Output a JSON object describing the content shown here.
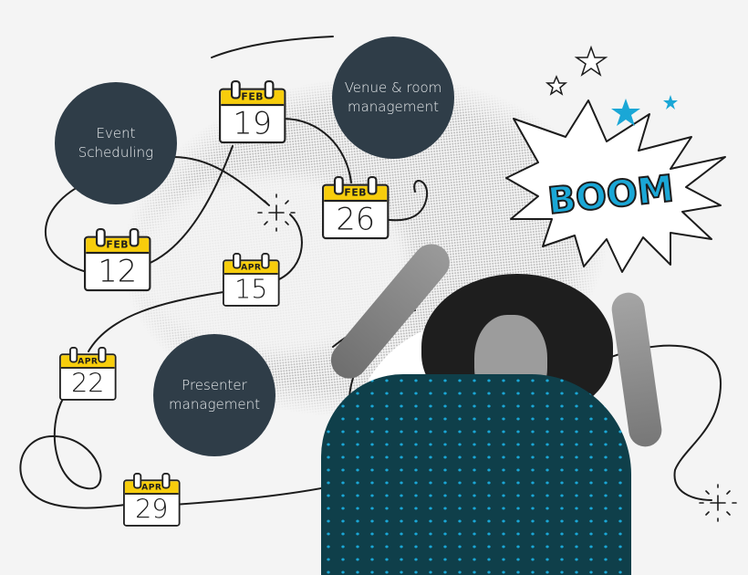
{
  "bubbles": {
    "event_scheduling": {
      "line1": "Event",
      "line2": "Scheduling"
    },
    "venue": {
      "line1": "Venue & room",
      "line2": "management"
    },
    "presenter": {
      "line1": "Presenter",
      "line2": "management"
    }
  },
  "calendars": [
    {
      "month": "FEB",
      "day": "19"
    },
    {
      "month": "FEB",
      "day": "26"
    },
    {
      "month": "FEB",
      "day": "12"
    },
    {
      "month": "APR",
      "day": "15"
    },
    {
      "month": "APR",
      "day": "22"
    },
    {
      "month": "APR",
      "day": "29"
    }
  ],
  "burst": {
    "text": "BOOM"
  },
  "colors": {
    "bubble": "#2f3d48",
    "calendar_band": "#f7cd0c",
    "accent_blue": "#1aa7d6",
    "shirt": "#0f3f4a",
    "background": "#f4f4f4"
  }
}
